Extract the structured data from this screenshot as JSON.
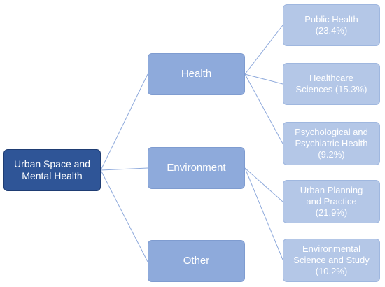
{
  "diagram": {
    "root": {
      "label": "Urban Space and\nMental Health"
    },
    "categories": [
      {
        "label": "Health"
      },
      {
        "label": "Environment"
      },
      {
        "label": "Other"
      }
    ],
    "fields": [
      {
        "label": "Public Health\n(23.4%)",
        "share_percent": 23.4
      },
      {
        "label": "Healthcare\nSciences (15.3%)",
        "share_percent": 15.3
      },
      {
        "label": "Psychological and\nPsychiatric  Health\n(9.2%)",
        "share_percent": 9.2
      },
      {
        "label": "Urban Planning\nand Practice\n(21.9%)",
        "share_percent": 21.9
      },
      {
        "label": "Environmental\nScience and Study\n(10.2%)",
        "share_percent": 10.2
      }
    ],
    "colors": {
      "root_fill": "#2f5597",
      "category_fill": "#8eaadb",
      "field_fill": "#b4c7e7",
      "connector": "#8faadc",
      "text": "#ffffff"
    }
  }
}
